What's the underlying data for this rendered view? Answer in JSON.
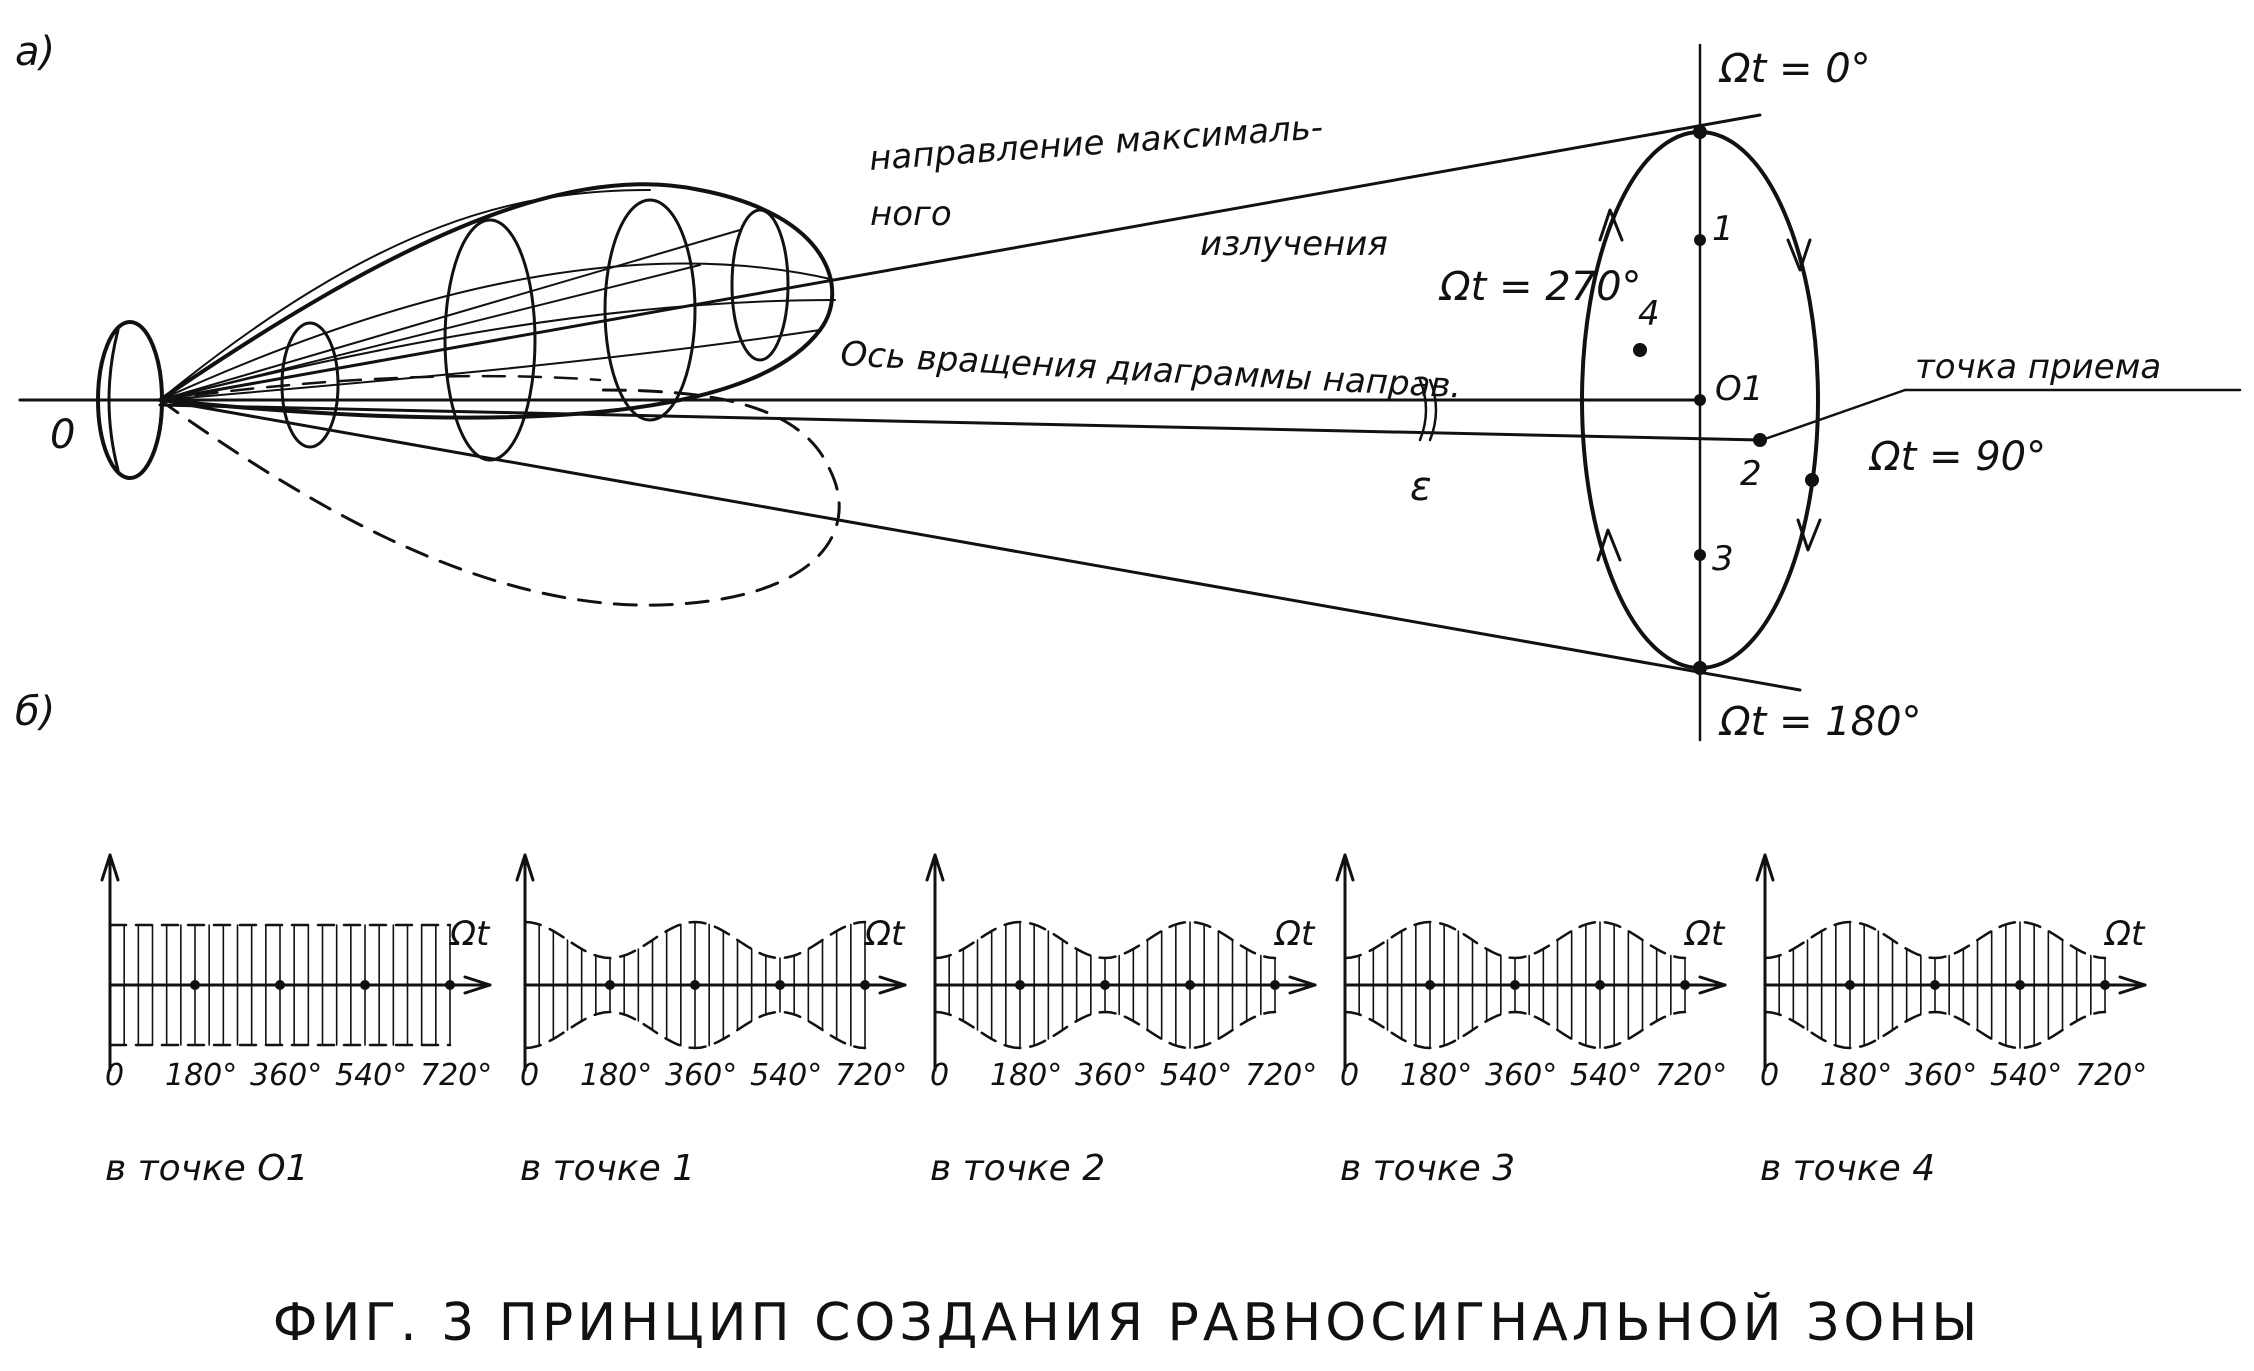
{
  "panel_a": {
    "label": "а)",
    "origin_label": "0",
    "max_direction_line1": "направление максималь-",
    "max_direction_line2": "ного",
    "max_direction_line3": "излучения",
    "rotation_axis_label": "Ось вращения диаграммы направ.",
    "epsilon_label": "ε",
    "reception_point_label": "точка приема",
    "center_label": "O1",
    "angles": {
      "top": "Ωt = 0°",
      "right": "Ωt = 90°",
      "bottom": "Ωt = 180°",
      "left": "Ωt = 270°"
    },
    "points": [
      "1",
      "2",
      "3",
      "4"
    ]
  },
  "panel_b": {
    "label": "б)",
    "axis_label": "Ωt",
    "tick_labels": [
      "0",
      "180°",
      "360°",
      "540°",
      "720°"
    ],
    "plots": [
      {
        "caption": "в точке O1",
        "envelope": "flat"
      },
      {
        "caption": "в точке 1",
        "envelope": "max-at-0"
      },
      {
        "caption": "в точке 2",
        "envelope": "min-at-0"
      },
      {
        "caption": "в точке 3",
        "envelope": "min-at-0"
      },
      {
        "caption": "в точке 4",
        "envelope": "min-at-0"
      }
    ]
  },
  "figure_title": "ФИГ. 3   ПРИНЦИП СОЗДАНИЯ РАВНОСИГНАЛЬНОЙ ЗОНЫ"
}
